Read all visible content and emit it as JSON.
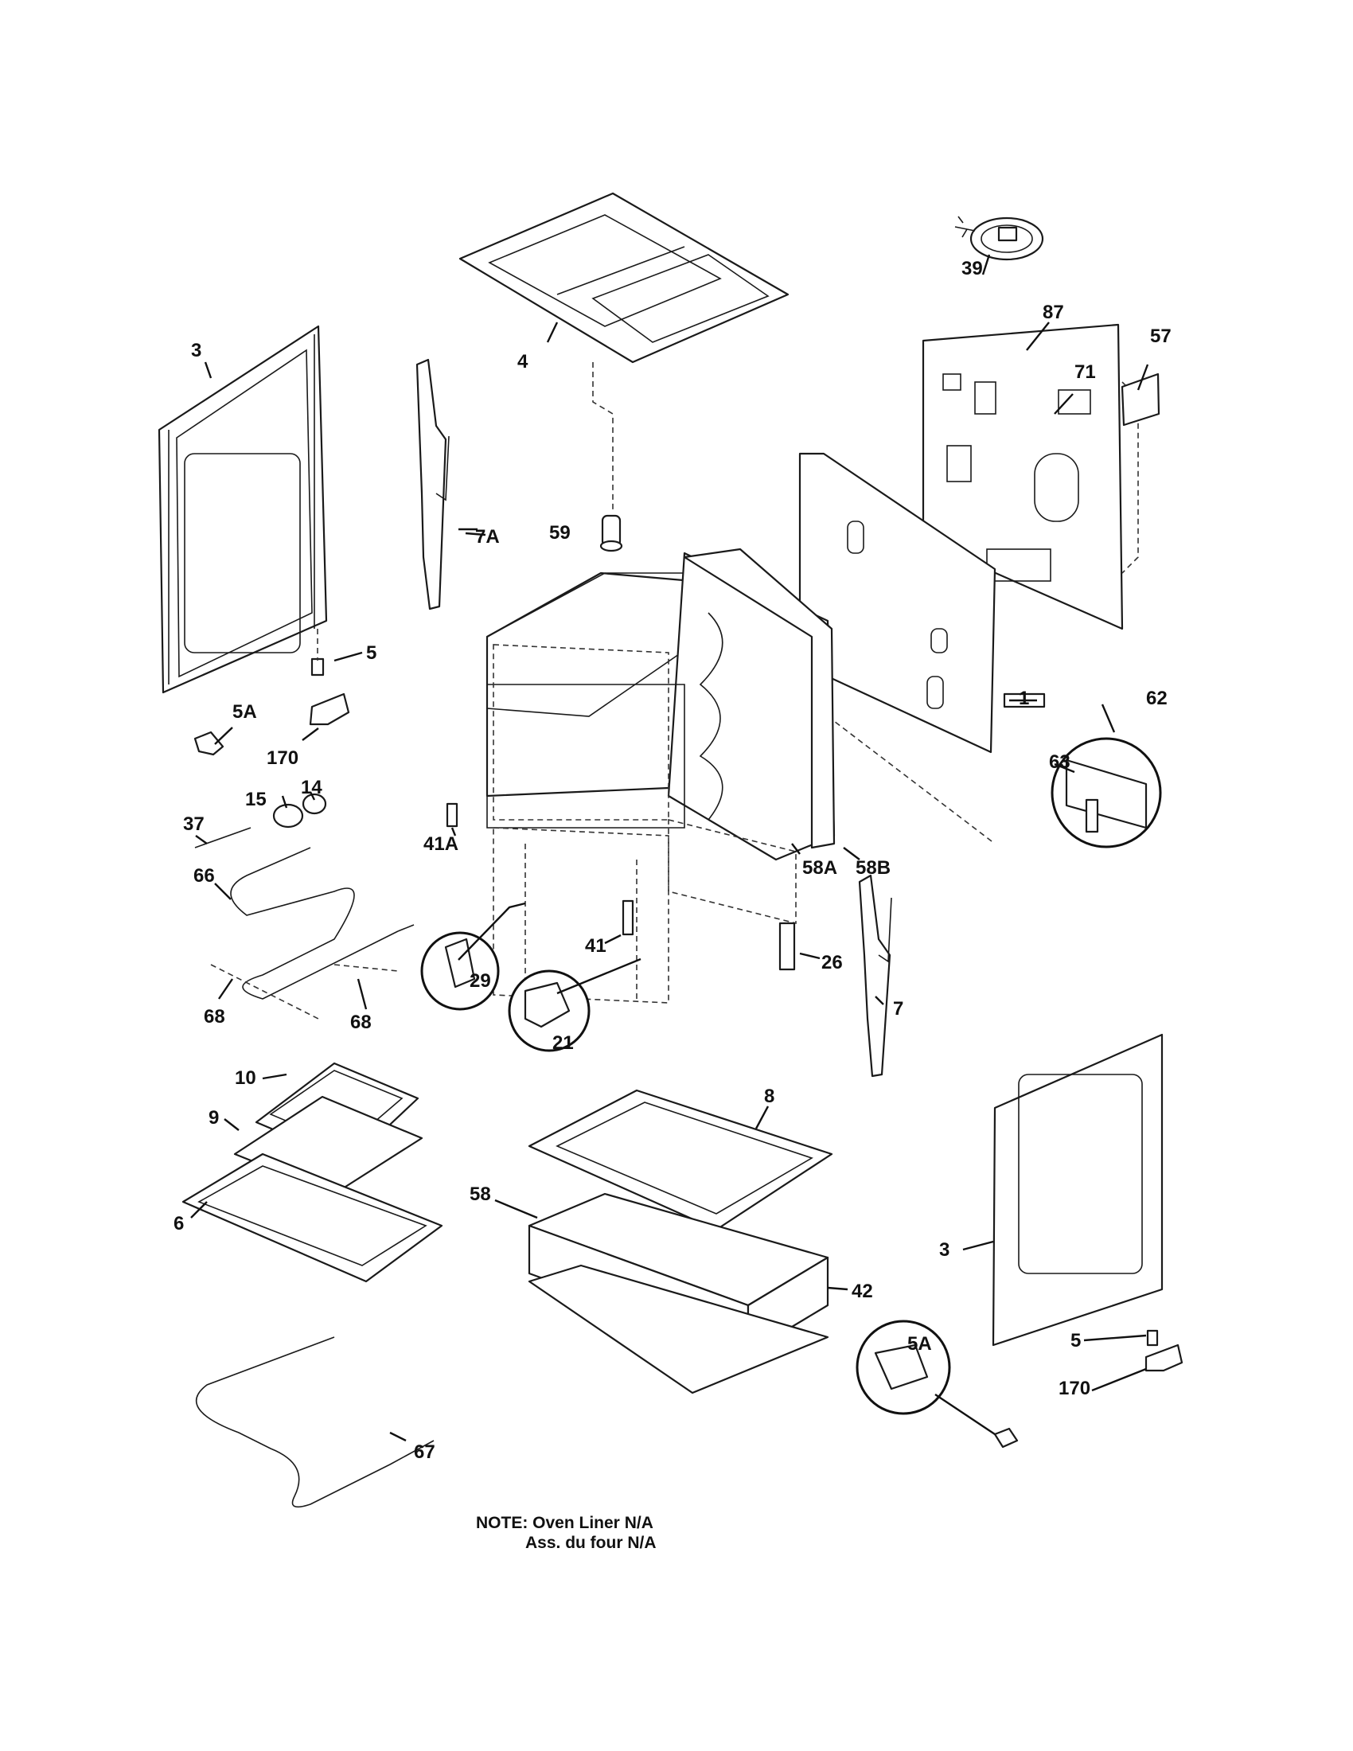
{
  "diagram": {
    "labels": {
      "l39": "39",
      "l87": "87",
      "l57": "57",
      "l71": "71",
      "l4": "4",
      "l3a": "3",
      "l7a": "7A",
      "l59": "59",
      "l5a": "5",
      "l5aa": "5A",
      "l170a": "170",
      "l14": "14",
      "l15": "15",
      "l37": "37",
      "l41a": "41A",
      "l1": "1",
      "l62": "62",
      "l63": "63",
      "l58a": "58A",
      "l58b": "58B",
      "l66": "66",
      "l68a": "68",
      "l68b": "68",
      "l29": "29",
      "l41": "41",
      "l21": "21",
      "l26": "26",
      "l7": "7",
      "l10": "10",
      "l9": "9",
      "l6": "6",
      "l8": "8",
      "l58": "58",
      "l42": "42",
      "l3b": "3",
      "l5b": "5",
      "l5ab": "5A",
      "l170b": "170",
      "l67": "67"
    },
    "note_line1": "NOTE: Oven Liner N/A",
    "note_line2": "Ass. du four N/A"
  }
}
